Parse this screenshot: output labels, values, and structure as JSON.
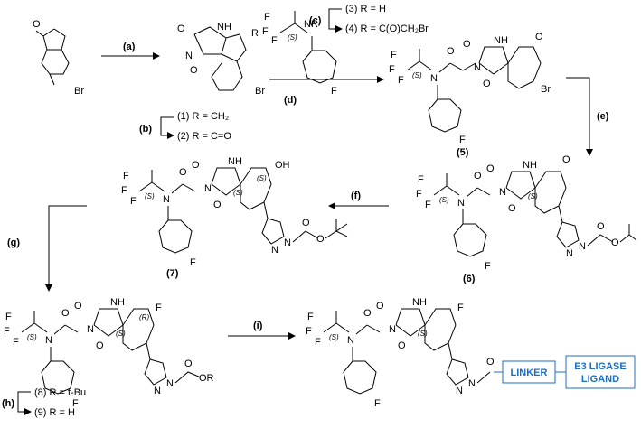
{
  "reagents": {
    "a": "(a)",
    "b": "(b)",
    "c": "(c)",
    "d": "(d)",
    "e": "(e)",
    "f": "(f)",
    "g": "(g)",
    "h": "(h)",
    "i": "(i)"
  },
  "substituents": {
    "c1_r": "(1) R = CH₂",
    "c2_r": "(2) R = C=O",
    "c3_r": "(3) R = H",
    "c4_r": "(4) R = C(O)CH₂Br",
    "c8_r": "(8) R = t-Bu",
    "c9_r": "(9) R = H"
  },
  "compounds": {
    "c5": "(5)",
    "c6": "(6)",
    "c7": "(7)"
  },
  "atoms": {
    "o": "O",
    "nh": "NH",
    "n": "N",
    "f": "F",
    "br": "Br",
    "r": "R",
    "oh": "OH",
    "nr": "NR",
    "s": "(S)",
    "rr": "(R)",
    "ot": "O",
    "or": "OR"
  },
  "boxes": {
    "linker": "LINKER",
    "e3_line1": "E3 LIGASE",
    "e3_line2": "LIGAND"
  },
  "colors": {
    "accent": "#1a6fc4"
  }
}
